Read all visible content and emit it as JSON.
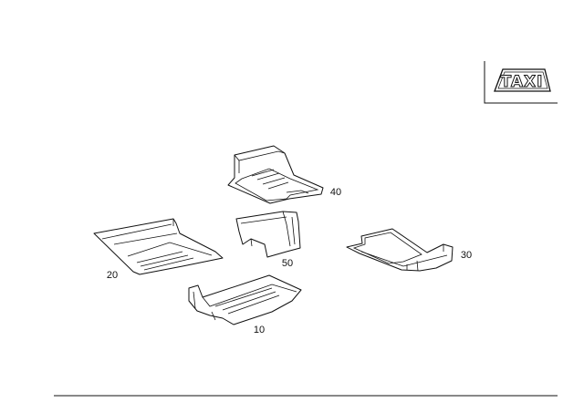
{
  "badge": {
    "text": "TAXI"
  },
  "parts": [
    {
      "id": "10",
      "label": "10"
    },
    {
      "id": "20",
      "label": "20"
    },
    {
      "id": "30",
      "label": "30"
    },
    {
      "id": "40",
      "label": "40"
    },
    {
      "id": "50",
      "label": "50"
    }
  ]
}
